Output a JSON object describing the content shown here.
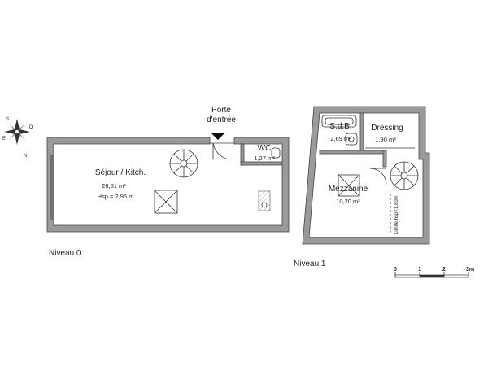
{
  "labels": {
    "entrance_line1": "Porte",
    "entrance_line2": "d'entrée",
    "level0": "Niveau 0",
    "level1": "Niveau 1",
    "low_height_note": "Limite hsp<1,80m"
  },
  "rooms": {
    "sejour": {
      "name": "Séjour / Kitch.",
      "area": "26,61 m²",
      "height": "Hsp = 2,95 m"
    },
    "wc": {
      "name": "WC",
      "area": "1,27 m²"
    },
    "sdb": {
      "name": "S.d.B.",
      "area": "2,69 m²"
    },
    "dressing": {
      "name": "Dressing",
      "area": "1,90 m²"
    },
    "mezzanine": {
      "name": "Mezzanine",
      "area": "10,20 m²"
    }
  },
  "compass": {
    "north": "N",
    "south": "S",
    "east": "E",
    "west": "O"
  },
  "scale": {
    "ticks": [
      "0",
      "1",
      "2",
      "3m"
    ]
  },
  "icons": [
    "compass-rose-icon",
    "entrance-arrow-icon",
    "spiral-staircase-icon"
  ]
}
